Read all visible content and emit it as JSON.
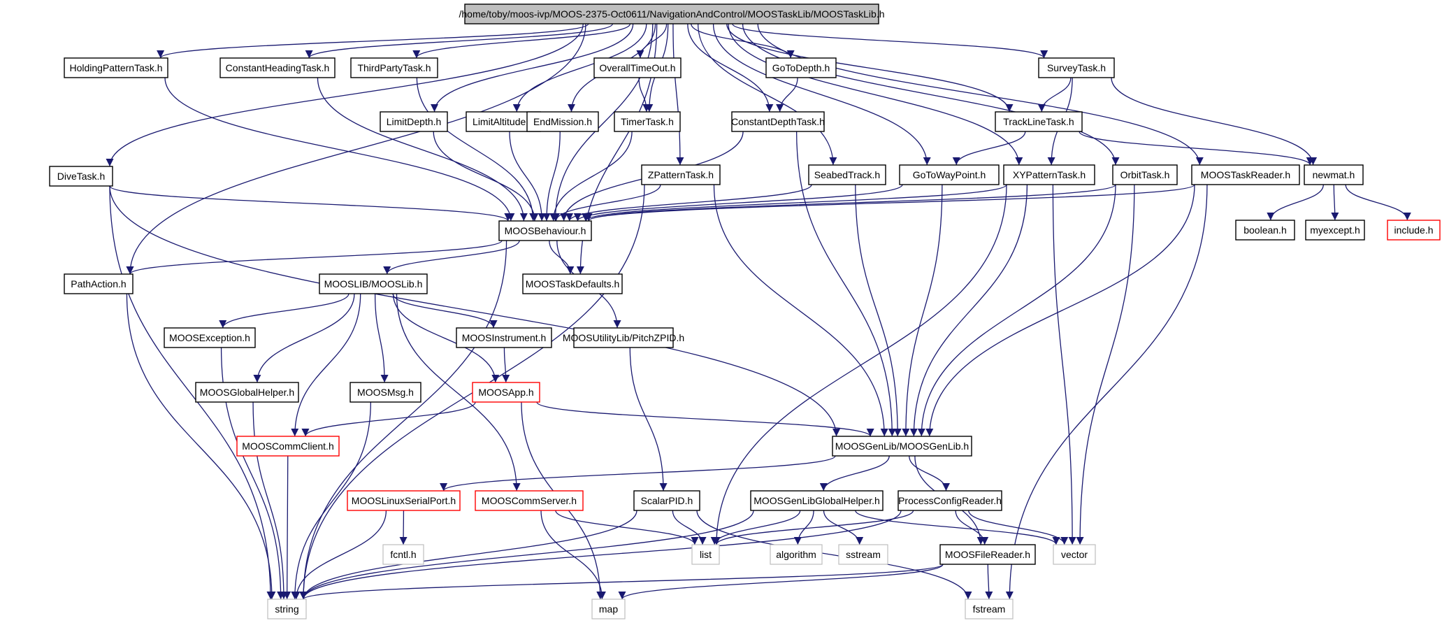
{
  "title": "Include dependency graph for MOOSTaskLib.h",
  "colors": {
    "edge": "#191970",
    "root_fill": "#bfbfbf",
    "node_border": "#000000",
    "truncated_border": "#ff0000",
    "system_border": "#bfbfbf"
  },
  "nodes": [
    {
      "id": "root",
      "label": "/home/toby/moos-ivp/MOOS-2375-Oct0611/NavigationAndControl/MOOSTaskLib/MOOSTaskLib.h",
      "kind": "root"
    },
    {
      "id": "HoldingPatternTask",
      "label": "HoldingPatternTask.h",
      "kind": "normal"
    },
    {
      "id": "ConstantHeadingTask",
      "label": "ConstantHeadingTask.h",
      "kind": "normal"
    },
    {
      "id": "ThirdPartyTask",
      "label": "ThirdPartyTask.h",
      "kind": "normal"
    },
    {
      "id": "OverallTimeOut",
      "label": "OverallTimeOut.h",
      "kind": "normal"
    },
    {
      "id": "GoToDepth",
      "label": "GoToDepth.h",
      "kind": "normal"
    },
    {
      "id": "SurveyTask",
      "label": "SurveyTask.h",
      "kind": "normal"
    },
    {
      "id": "LimitDepth",
      "label": "LimitDepth.h",
      "kind": "normal"
    },
    {
      "id": "LimitAltitude",
      "label": "LimitAltitude.h",
      "kind": "normal"
    },
    {
      "id": "EndMission",
      "label": "EndMission.h",
      "kind": "normal"
    },
    {
      "id": "TimerTask",
      "label": "TimerTask.h",
      "kind": "normal"
    },
    {
      "id": "ConstantDepthTask",
      "label": "ConstantDepthTask.h",
      "kind": "normal"
    },
    {
      "id": "TrackLineTask",
      "label": "TrackLineTask.h",
      "kind": "normal"
    },
    {
      "id": "DiveTask",
      "label": "DiveTask.h",
      "kind": "normal"
    },
    {
      "id": "ZPatternTask",
      "label": "ZPatternTask.h",
      "kind": "normal"
    },
    {
      "id": "SeabedTrack",
      "label": "SeabedTrack.h",
      "kind": "normal"
    },
    {
      "id": "GoToWayPoint",
      "label": "GoToWayPoint.h",
      "kind": "normal"
    },
    {
      "id": "XYPatternTask",
      "label": "XYPatternTask.h",
      "kind": "normal"
    },
    {
      "id": "OrbitTask",
      "label": "OrbitTask.h",
      "kind": "normal"
    },
    {
      "id": "MOOSTaskReader",
      "label": "MOOSTaskReader.h",
      "kind": "normal"
    },
    {
      "id": "newmat",
      "label": "newmat.h",
      "kind": "normal"
    },
    {
      "id": "MOOSBehaviour",
      "label": "MOOSBehaviour.h",
      "kind": "normal"
    },
    {
      "id": "boolean",
      "label": "boolean.h",
      "kind": "normal"
    },
    {
      "id": "myexcept",
      "label": "myexcept.h",
      "kind": "normal"
    },
    {
      "id": "include",
      "label": "include.h",
      "kind": "truncated"
    },
    {
      "id": "PathAction",
      "label": "PathAction.h",
      "kind": "normal"
    },
    {
      "id": "MOOSLib",
      "label": "MOOSLIB/MOOSLib.h",
      "kind": "normal"
    },
    {
      "id": "MOOSTaskDefaults",
      "label": "MOOSTaskDefaults.h",
      "kind": "normal"
    },
    {
      "id": "MOOSException",
      "label": "MOOSException.h",
      "kind": "normal"
    },
    {
      "id": "MOOSInstrument",
      "label": "MOOSInstrument.h",
      "kind": "normal"
    },
    {
      "id": "PitchZPID",
      "label": "MOOSUtilityLib/PitchZPID.h",
      "kind": "normal"
    },
    {
      "id": "MOOSGlobalHelper",
      "label": "MOOSGlobalHelper.h",
      "kind": "normal"
    },
    {
      "id": "MOOSMsg",
      "label": "MOOSMsg.h",
      "kind": "normal"
    },
    {
      "id": "MOOSApp",
      "label": "MOOSApp.h",
      "kind": "truncated"
    },
    {
      "id": "MOOSCommClient",
      "label": "MOOSCommClient.h",
      "kind": "truncated"
    },
    {
      "id": "MOOSGenLib",
      "label": "MOOSGenLib/MOOSGenLib.h",
      "kind": "normal"
    },
    {
      "id": "MOOSLinuxSerialPort",
      "label": "MOOSLinuxSerialPort.h",
      "kind": "truncated"
    },
    {
      "id": "MOOSCommServer",
      "label": "MOOSCommServer.h",
      "kind": "truncated"
    },
    {
      "id": "ScalarPID",
      "label": "ScalarPID.h",
      "kind": "normal"
    },
    {
      "id": "MOOSGenLibGlobalHelper",
      "label": "MOOSGenLibGlobalHelper.h",
      "kind": "normal"
    },
    {
      "id": "ProcessConfigReader",
      "label": "ProcessConfigReader.h",
      "kind": "normal"
    },
    {
      "id": "fcntl",
      "label": "fcntl.h",
      "kind": "system"
    },
    {
      "id": "list",
      "label": "list",
      "kind": "system"
    },
    {
      "id": "algorithm",
      "label": "algorithm",
      "kind": "system"
    },
    {
      "id": "sstream",
      "label": "sstream",
      "kind": "system"
    },
    {
      "id": "vector",
      "label": "vector",
      "kind": "system"
    },
    {
      "id": "MOOSFileReader",
      "label": "MOOSFileReader.h",
      "kind": "normal"
    },
    {
      "id": "string",
      "label": "string",
      "kind": "system"
    },
    {
      "id": "map",
      "label": "map",
      "kind": "system"
    },
    {
      "id": "fstream",
      "label": "fstream",
      "kind": "system"
    }
  ],
  "edges": [
    [
      "root",
      "HoldingPatternTask"
    ],
    [
      "root",
      "ConstantHeadingTask"
    ],
    [
      "root",
      "ThirdPartyTask"
    ],
    [
      "root",
      "OverallTimeOut"
    ],
    [
      "root",
      "GoToDepth"
    ],
    [
      "root",
      "SurveyTask"
    ],
    [
      "root",
      "LimitDepth"
    ],
    [
      "root",
      "LimitAltitude"
    ],
    [
      "root",
      "EndMission"
    ],
    [
      "root",
      "TimerTask"
    ],
    [
      "root",
      "ConstantDepthTask"
    ],
    [
      "root",
      "TrackLineTask"
    ],
    [
      "root",
      "DiveTask"
    ],
    [
      "root",
      "ZPatternTask"
    ],
    [
      "root",
      "SeabedTrack"
    ],
    [
      "root",
      "GoToWayPoint"
    ],
    [
      "root",
      "XYPatternTask"
    ],
    [
      "root",
      "OrbitTask"
    ],
    [
      "root",
      "MOOSTaskReader"
    ],
    [
      "root",
      "MOOSBehaviour"
    ],
    [
      "root",
      "PathAction"
    ],
    [
      "root",
      "MOOSTaskDefaults"
    ],
    [
      "HoldingPatternTask",
      "MOOSBehaviour"
    ],
    [
      "ConstantHeadingTask",
      "MOOSBehaviour"
    ],
    [
      "ThirdPartyTask",
      "MOOSBehaviour"
    ],
    [
      "OverallTimeOut",
      "TimerTask"
    ],
    [
      "GoToDepth",
      "ConstantDepthTask"
    ],
    [
      "SurveyTask",
      "TrackLineTask"
    ],
    [
      "SurveyTask",
      "XYPatternTask"
    ],
    [
      "SurveyTask",
      "newmat"
    ],
    [
      "LimitDepth",
      "MOOSBehaviour"
    ],
    [
      "LimitAltitude",
      "MOOSBehaviour"
    ],
    [
      "EndMission",
      "MOOSBehaviour"
    ],
    [
      "TimerTask",
      "MOOSBehaviour"
    ],
    [
      "ConstantDepthTask",
      "MOOSBehaviour"
    ],
    [
      "ConstantDepthTask",
      "MOOSGenLib"
    ],
    [
      "TrackLineTask",
      "GoToWayPoint"
    ],
    [
      "TrackLineTask",
      "newmat"
    ],
    [
      "DiveTask",
      "MOOSBehaviour"
    ],
    [
      "DiveTask",
      "MOOSGenLib"
    ],
    [
      "DiveTask",
      "string"
    ],
    [
      "ZPatternTask",
      "MOOSBehaviour"
    ],
    [
      "ZPatternTask",
      "MOOSGenLib"
    ],
    [
      "ZPatternTask",
      "string"
    ],
    [
      "SeabedTrack",
      "MOOSBehaviour"
    ],
    [
      "SeabedTrack",
      "MOOSGenLib"
    ],
    [
      "GoToWayPoint",
      "MOOSBehaviour"
    ],
    [
      "GoToWayPoint",
      "MOOSGenLib"
    ],
    [
      "XYPatternTask",
      "MOOSBehaviour"
    ],
    [
      "XYPatternTask",
      "MOOSGenLib"
    ],
    [
      "XYPatternTask",
      "list"
    ],
    [
      "XYPatternTask",
      "vector"
    ],
    [
      "OrbitTask",
      "MOOSBehaviour"
    ],
    [
      "OrbitTask",
      "MOOSGenLib"
    ],
    [
      "OrbitTask",
      "vector"
    ],
    [
      "MOOSTaskReader",
      "MOOSBehaviour"
    ],
    [
      "MOOSTaskReader",
      "MOOSGenLib"
    ],
    [
      "MOOSTaskReader",
      "fstream"
    ],
    [
      "newmat",
      "boolean"
    ],
    [
      "newmat",
      "myexcept"
    ],
    [
      "newmat",
      "include"
    ],
    [
      "MOOSBehaviour",
      "PathAction"
    ],
    [
      "MOOSBehaviour",
      "MOOSLib"
    ],
    [
      "MOOSBehaviour",
      "MOOSTaskDefaults"
    ],
    [
      "MOOSBehaviour",
      "PitchZPID"
    ],
    [
      "MOOSBehaviour",
      "string"
    ],
    [
      "PathAction",
      "string"
    ],
    [
      "MOOSLib",
      "MOOSException"
    ],
    [
      "MOOSLib",
      "MOOSInstrument"
    ],
    [
      "MOOSLib",
      "MOOSGlobalHelper"
    ],
    [
      "MOOSLib",
      "MOOSMsg"
    ],
    [
      "MOOSLib",
      "MOOSApp"
    ],
    [
      "MOOSLib",
      "MOOSCommClient"
    ],
    [
      "MOOSLib",
      "MOOSCommServer"
    ],
    [
      "MOOSException",
      "string"
    ],
    [
      "MOOSInstrument",
      "MOOSApp"
    ],
    [
      "PitchZPID",
      "ScalarPID"
    ],
    [
      "MOOSGlobalHelper",
      "string"
    ],
    [
      "MOOSMsg",
      "string"
    ],
    [
      "MOOSApp",
      "MOOSCommClient"
    ],
    [
      "MOOSApp",
      "MOOSGenLib"
    ],
    [
      "MOOSApp",
      "map"
    ],
    [
      "MOOSCommClient",
      "string"
    ],
    [
      "MOOSGenLib",
      "MOOSLinuxSerialPort"
    ],
    [
      "MOOSGenLib",
      "MOOSGenLibGlobalHelper"
    ],
    [
      "MOOSGenLib",
      "ProcessConfigReader"
    ],
    [
      "MOOSGenLib",
      "MOOSFileReader"
    ],
    [
      "MOOSLinuxSerialPort",
      "fcntl"
    ],
    [
      "MOOSLinuxSerialPort",
      "string"
    ],
    [
      "MOOSCommServer",
      "list"
    ],
    [
      "MOOSCommServer",
      "map"
    ],
    [
      "ScalarPID",
      "list"
    ],
    [
      "ScalarPID",
      "string"
    ],
    [
      "ScalarPID",
      "fstream"
    ],
    [
      "MOOSGenLibGlobalHelper",
      "list"
    ],
    [
      "MOOSGenLibGlobalHelper",
      "algorithm"
    ],
    [
      "MOOSGenLibGlobalHelper",
      "sstream"
    ],
    [
      "MOOSGenLibGlobalHelper",
      "vector"
    ],
    [
      "MOOSGenLibGlobalHelper",
      "string"
    ],
    [
      "ProcessConfigReader",
      "list"
    ],
    [
      "ProcessConfigReader",
      "vector"
    ],
    [
      "ProcessConfigReader",
      "MOOSFileReader"
    ],
    [
      "ProcessConfigReader",
      "string"
    ],
    [
      "MOOSFileReader",
      "string"
    ],
    [
      "MOOSFileReader",
      "map"
    ],
    [
      "MOOSFileReader",
      "fstream"
    ]
  ]
}
